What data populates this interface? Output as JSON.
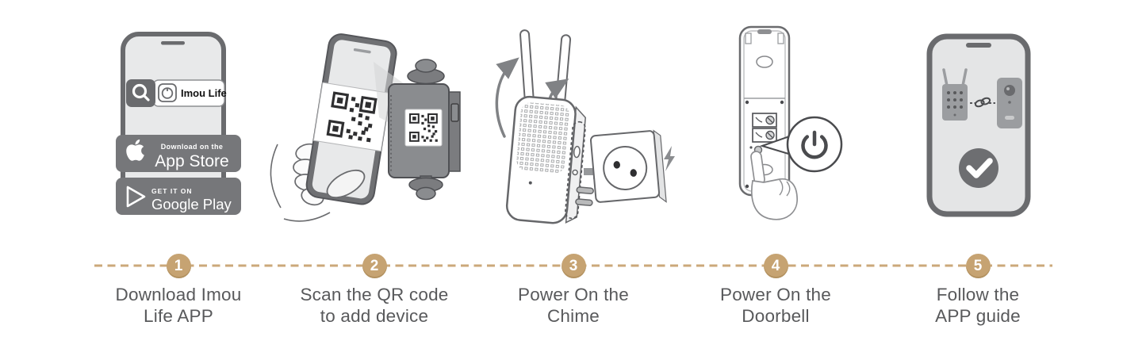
{
  "guide": {
    "steps": [
      {
        "number": "1",
        "label": [
          "Download Imou",
          "Life APP"
        ]
      },
      {
        "number": "2",
        "label": [
          "Scan the QR code",
          "to add device"
        ]
      },
      {
        "number": "3",
        "label": [
          "Power On the",
          "Chime"
        ]
      },
      {
        "number": "4",
        "label": [
          "Power On the",
          "Doorbell"
        ]
      },
      {
        "number": "5",
        "label": [
          "Follow the",
          "APP guide"
        ]
      }
    ]
  },
  "step1_art": {
    "search_query": "Imou Life",
    "app_store_tagline": "Download on the",
    "app_store_name": "App Store",
    "google_play_tagline": "GET IT ON",
    "google_play_name": "Google Play"
  },
  "icons": {
    "search": "magnifier-icon",
    "app_store": "apple-logo-icon",
    "google_play": "play-triangle-icon",
    "scan": "qr-code-icon",
    "power": "power-symbol-icon",
    "outlet": "eu-outlet-icon",
    "lightning": "lightning-bolt-icon",
    "link": "chain-link-icon",
    "success": "checkmark-icon"
  },
  "theme": {
    "accent_gold": "#C6A372",
    "label_gray": "#58595B",
    "line_dark": "#6A6B6E",
    "fill_mid": "#8A8C8F",
    "fill_light": "#E6E7E8"
  }
}
